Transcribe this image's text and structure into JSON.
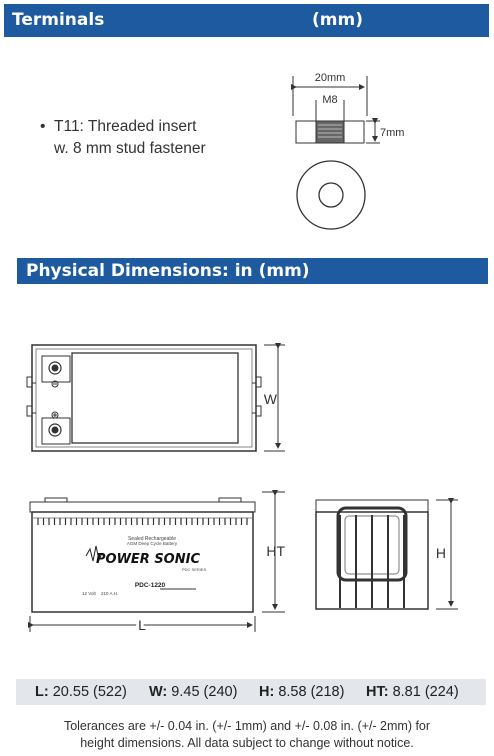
{
  "sections": {
    "terminals_title": "Terminals",
    "terminals_unit": "(mm)",
    "physical_title": "Physical Dimensions: in (mm)"
  },
  "terminal": {
    "bullet": "•",
    "line1": "T11: Threaded insert",
    "line2": "w. 8 mm stud fastener",
    "dim_width": "20mm",
    "dim_stud": "M8",
    "dim_height": "7mm"
  },
  "drawing": {
    "label_w": "W",
    "label_ht": "HT",
    "label_h": "H",
    "label_l": "L",
    "brand": "POWER SONIC",
    "brand_sub": "PDC SERIES",
    "battery_line1": "Sealed Rechargeable",
    "battery_line2": "AGM Deep Cycle Battery",
    "model": "PDC-1220",
    "rating_v": "12 Volt",
    "rating_ah": "210 A.H."
  },
  "dimensions": {
    "l_label": "L:",
    "l_value": "20.55 (522)",
    "w_label": "W:",
    "w_value": "9.45 (240)",
    "h_label": "H:",
    "h_value": "8.58 (218)",
    "ht_label": "HT:",
    "ht_value": "8.81 (224)"
  },
  "notes": {
    "line1": "Tolerances are +/- 0.04 in. (+/- 1mm) and +/- 0.08 in. (+/- 2mm) for",
    "line2": "height dimensions. All data subject to change without notice."
  }
}
